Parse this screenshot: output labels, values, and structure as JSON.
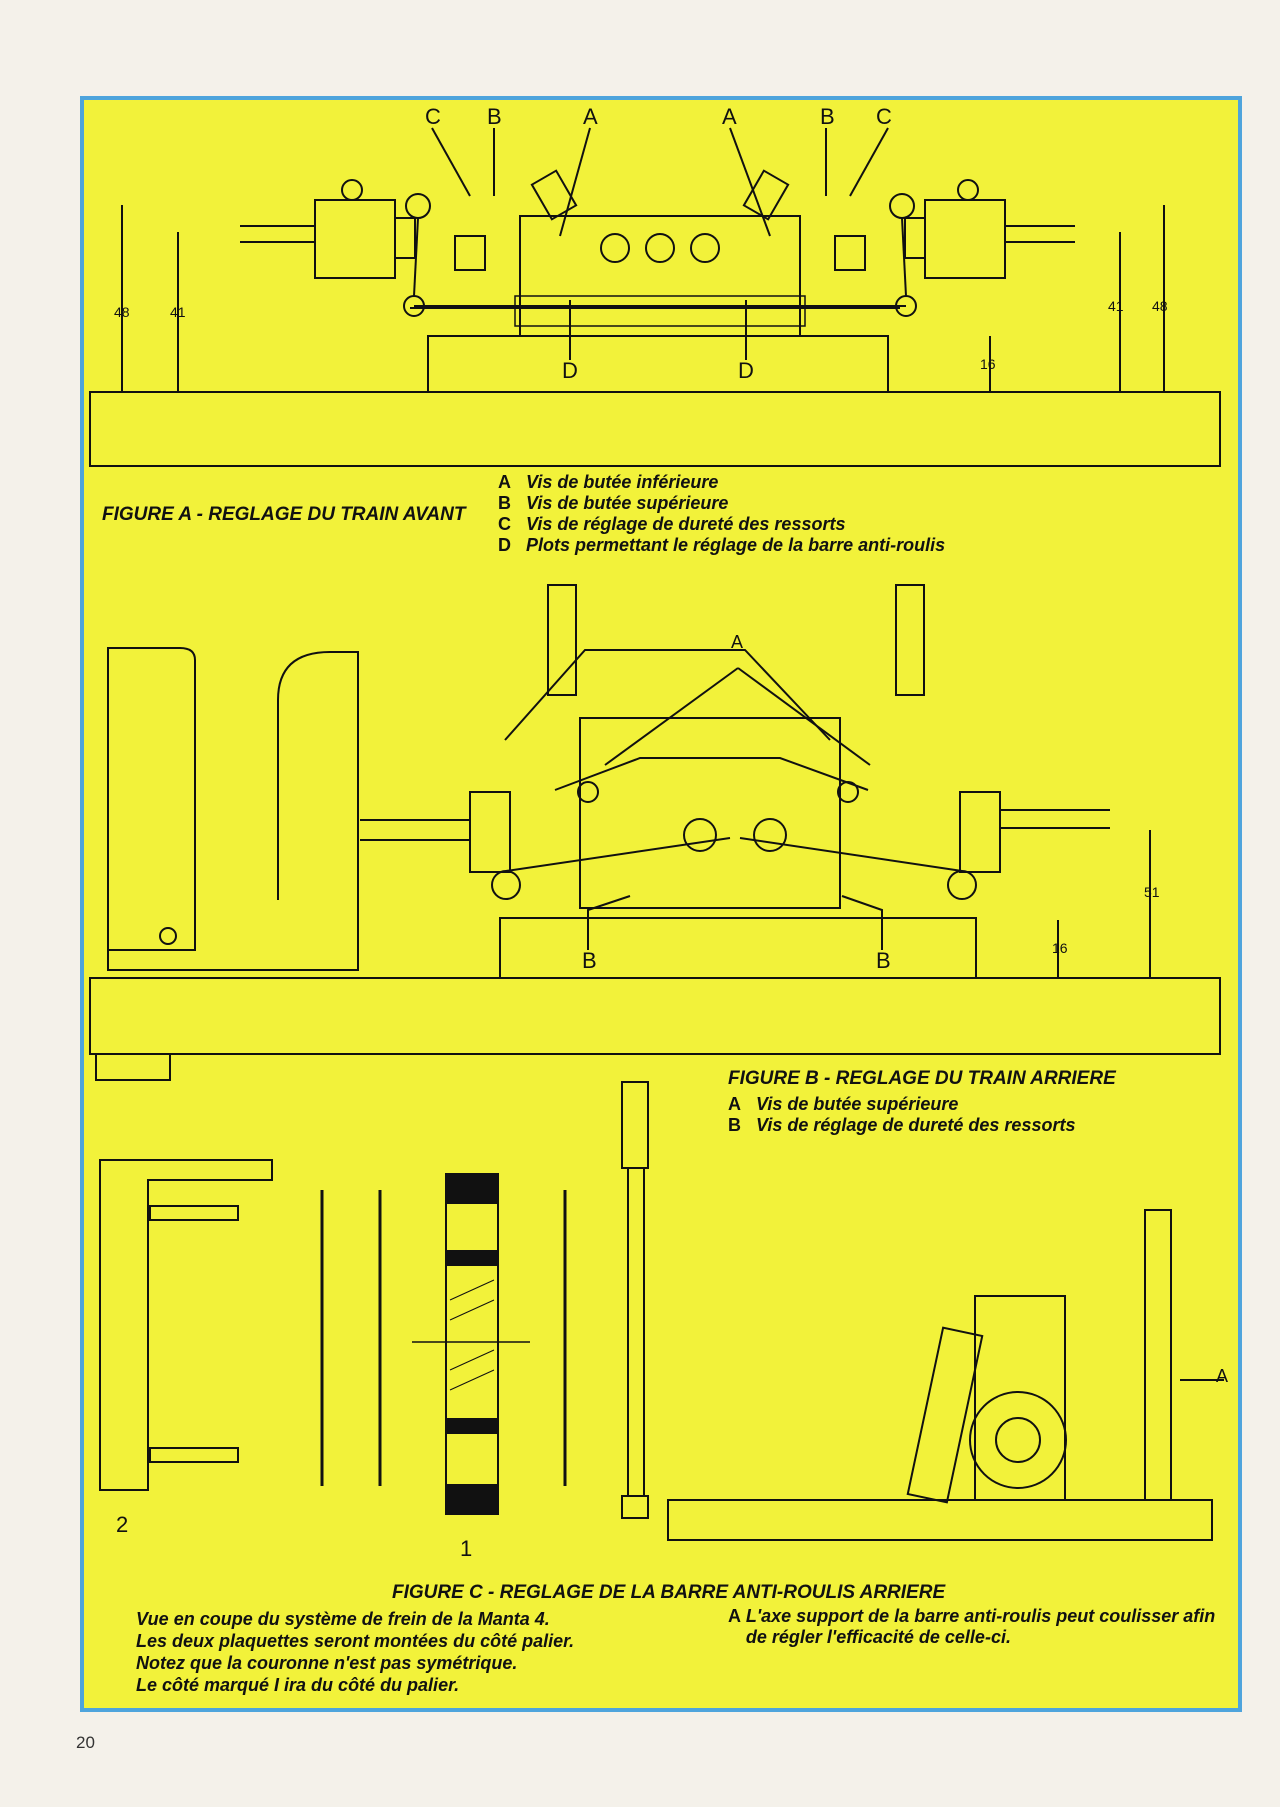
{
  "page_number": "20",
  "figure_a": {
    "caption": "FIGURE A - REGLAGE DU TRAIN AVANT",
    "legend": [
      {
        "key": "A",
        "text": "Vis de butée inférieure"
      },
      {
        "key": "B",
        "text": "Vis de butée supérieure"
      },
      {
        "key": "C",
        "text": "Vis de réglage de dureté des ressorts"
      },
      {
        "key": "D",
        "text": "Plots permettant le réglage de la barre anti-roulis"
      }
    ],
    "top_labels": [
      "C",
      "B",
      "A",
      "A",
      "B",
      "C"
    ],
    "bottom_labels": [
      "D",
      "D"
    ],
    "dims": {
      "left_outer": "48",
      "left_inner": "41",
      "right_inner": "41",
      "right_outer": "48",
      "block": "16"
    }
  },
  "figure_b": {
    "caption": "FIGURE B - REGLAGE DU TRAIN ARRIERE",
    "legend": [
      {
        "key": "A",
        "text": "Vis de butée supérieure"
      },
      {
        "key": "B",
        "text": "Vis de réglage de dureté des ressorts"
      }
    ],
    "label_a": "A",
    "labels_b": [
      "B",
      "B"
    ],
    "dims": {
      "height": "51",
      "block": "16"
    }
  },
  "figure_c": {
    "caption": "FIGURE C - REGLAGE DE LA BARRE ANTI-ROULIS ARRIERE",
    "note_lines": [
      "Vue en coupe du système de frein de la Manta 4.",
      "Les deux plaquettes seront montées du côté palier.",
      "Notez que la couronne n'est pas symétrique.",
      "Le côté marqué I ira du côté du palier."
    ],
    "legend": [
      {
        "key": "A",
        "text": "L'axe support de la barre anti-roulis peut coulisser afin de régler l'efficacité de celle-ci."
      }
    ],
    "label_1": "1",
    "label_2": "2",
    "label_a": "A"
  },
  "colors": {
    "panel": "#f2f23a",
    "border": "#4ea4dc",
    "ink": "#111111"
  }
}
